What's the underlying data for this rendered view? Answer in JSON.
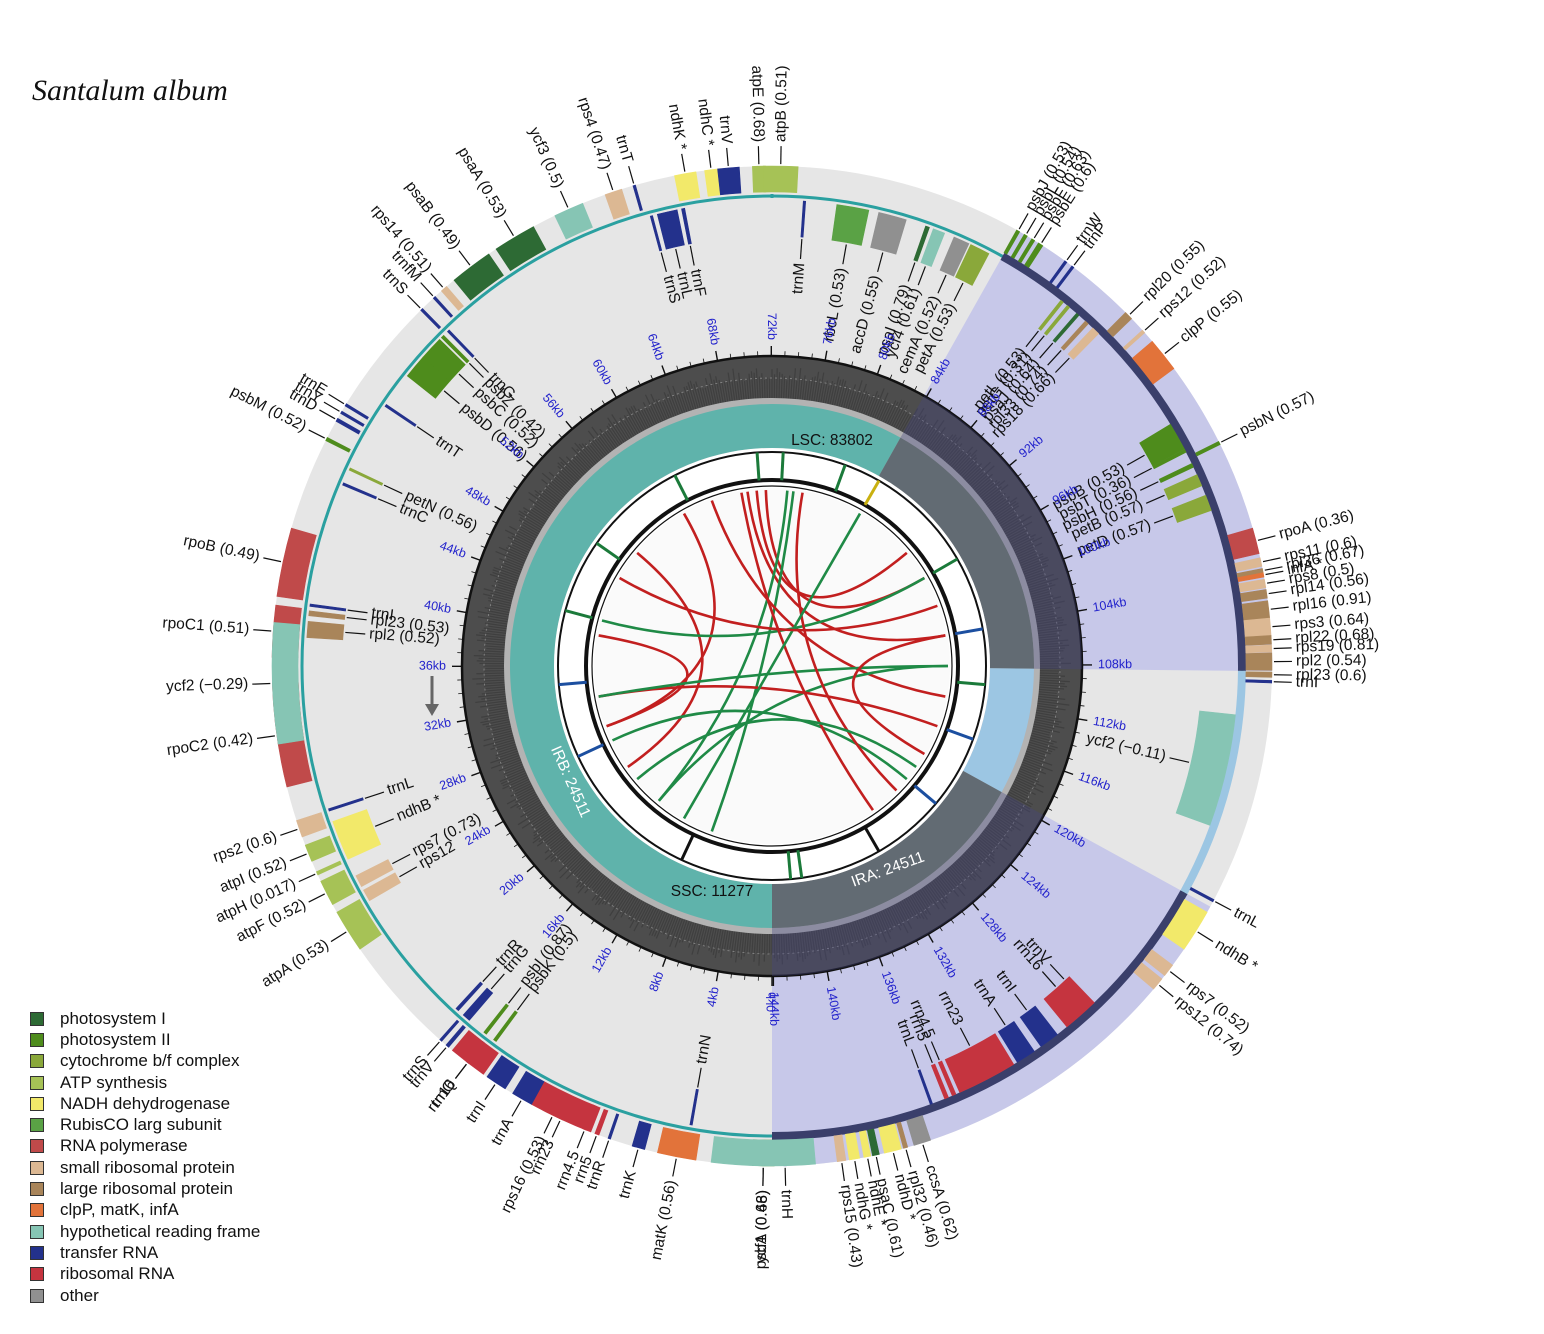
{
  "title": "Santalum album",
  "genome_length": 144101,
  "regions": [
    {
      "name": "LSC",
      "label": "LSC: 83802",
      "start": 0,
      "end": 83802
    },
    {
      "name": "IRA",
      "label": "IRA: 24511",
      "start": 83802,
      "end": 108313
    },
    {
      "name": "SSC",
      "label": "SSC: 11277",
      "start": 108313,
      "end": 119590
    },
    {
      "name": "IRB",
      "label": "IRB: 24511",
      "start": 119590,
      "end": 144101
    }
  ],
  "kb_ticks": [
    "0kb",
    "4kb",
    "8kb",
    "12kb",
    "16kb",
    "20kb",
    "24kb",
    "28kb",
    "32kb",
    "36kb",
    "40kb",
    "44kb",
    "48kb",
    "52kb",
    "56kb",
    "60kb",
    "64kb",
    "68kb",
    "72kb",
    "76kb",
    "80kb",
    "84kb",
    "88kb",
    "92kb",
    "96kb",
    "100kb",
    "104kb",
    "108kb",
    "112kb",
    "116kb",
    "120kb",
    "124kb",
    "128kb",
    "132kb",
    "136kb",
    "140kb",
    "144kb"
  ],
  "colors": {
    "photosystem_I": "#2d6a34",
    "photosystem_II": "#4e8c1c",
    "cytochrome": "#8aa83a",
    "atp": "#a6c256",
    "ndh": "#f2e96a",
    "rubisco": "#5aa245",
    "rnapol": "#c04a4a",
    "ssu": "#dcb893",
    "lsu": "#a9855a",
    "clp": "#e2733a",
    "ycf": "#86c5b4",
    "trna": "#23318c",
    "rrna": "#c5343f",
    "other": "#909090",
    "ir_shade": "#c7c8e9",
    "lsc_teal": "#5fb3ab",
    "ir_gray": "#626b73",
    "ssc_blue": "#9cc6e3",
    "tick_blue": "#1a1ad0"
  },
  "legend": [
    {
      "label": "photosystem I",
      "color": "#2d6a34"
    },
    {
      "label": "photosystem II",
      "color": "#4e8c1c"
    },
    {
      "label": "cytochrome b/f complex",
      "color": "#8aa83a"
    },
    {
      "label": "ATP synthesis",
      "color": "#a6c256"
    },
    {
      "label": "NADH dehydrogenase",
      "color": "#f2e96a"
    },
    {
      "label": "RubisCO larg subunit",
      "color": "#5aa245"
    },
    {
      "label": "RNA polymerase",
      "color": "#c04a4a"
    },
    {
      "label": "small ribosomal protein",
      "color": "#dcb893"
    },
    {
      "label": "large ribosomal protein",
      "color": "#a9855a"
    },
    {
      "label": "clpP, matK, infA",
      "color": "#e2733a"
    },
    {
      "label": "hypothetical reading frame",
      "color": "#86c5b4"
    },
    {
      "label": "transfer RNA",
      "color": "#23318c"
    },
    {
      "label": "ribosomal RNA",
      "color": "#c5343f"
    },
    {
      "label": "other",
      "color": "#909090"
    }
  ],
  "genes": [
    {
      "label": "psbA (0.48)",
      "deg": 269,
      "span": 2.5,
      "out": true,
      "cat": "photosystem_II"
    },
    {
      "label": "trnH",
      "deg": 271.5,
      "span": 0.3,
      "out": true,
      "cat": "trna"
    },
    {
      "label": "matK (0.56)",
      "deg": 259,
      "span": 4.5,
      "out": true,
      "cat": "clp"
    },
    {
      "label": "trnK",
      "deg": 254.5,
      "span": 1.5,
      "out": true,
      "cat": "trna"
    },
    {
      "label": "rps16 (0.53)",
      "deg": 244,
      "span": 2.5,
      "out": true,
      "cat": "ssu"
    },
    {
      "label": "trnQ",
      "deg": 232.5,
      "span": 0.3,
      "out": true,
      "cat": "trna"
    },
    {
      "label": "trnS",
      "deg": 228.5,
      "span": 0.3,
      "out": true,
      "cat": "trna"
    },
    {
      "label": "psbK (0.5)",
      "deg": 233.5,
      "span": 0.4,
      "out": false,
      "cat": "photosystem_II"
    },
    {
      "label": "psbI (0.87)",
      "deg": 232,
      "span": 0.4,
      "out": false,
      "cat": "photosystem_II"
    },
    {
      "label": "trnG",
      "deg": 229,
      "span": 1.0,
      "out": false,
      "cat": "trna"
    },
    {
      "label": "trnR",
      "deg": 227.5,
      "span": 0.4,
      "out": false,
      "cat": "trna"
    },
    {
      "label": "atpA (0.53)",
      "deg": 212,
      "span": 5,
      "out": true,
      "cat": "atp"
    },
    {
      "label": "atpF (0.52)",
      "deg": 207,
      "span": 3,
      "out": true,
      "cat": "atp"
    },
    {
      "label": "atpH (0.017)",
      "deg": 204.5,
      "span": 0.4,
      "out": true,
      "cat": "atp"
    },
    {
      "label": "atpI (0.52)",
      "deg": 202,
      "span": 2,
      "out": true,
      "cat": "atp"
    },
    {
      "label": "rps2 (0.6)",
      "deg": 199,
      "span": 2,
      "out": true,
      "cat": "ssu"
    },
    {
      "label": "rpoC2 (0.42)",
      "deg": 188,
      "span": 12,
      "out": true,
      "cat": "rnapol"
    },
    {
      "label": "rpoC1 (0.51)",
      "deg": 176,
      "span": 6,
      "out": true,
      "cat": "rnapol"
    },
    {
      "label": "rpoB (0.49)",
      "deg": 168,
      "span": 8,
      "out": true,
      "cat": "rnapol"
    },
    {
      "label": "trnC",
      "deg": 157,
      "span": 0.3,
      "out": false,
      "cat": "trna"
    },
    {
      "label": "petN (0.56)",
      "deg": 155,
      "span": 0.3,
      "out": false,
      "cat": "cytochrome"
    },
    {
      "label": "psbM (0.52)",
      "deg": 153,
      "span": 0.4,
      "out": true,
      "cat": "photosystem_II"
    },
    {
      "label": "trnD",
      "deg": 150.5,
      "span": 0.4,
      "out": true,
      "cat": "trna"
    },
    {
      "label": "trnY",
      "deg": 149.5,
      "span": 0.3,
      "out": true,
      "cat": "trna"
    },
    {
      "label": "trnE",
      "deg": 148.5,
      "span": 0.3,
      "out": true,
      "cat": "trna"
    },
    {
      "label": "trnT",
      "deg": 146,
      "span": 0.3,
      "out": false,
      "cat": "trna"
    },
    {
      "label": "psbD (0.56)",
      "deg": 140,
      "span": 3,
      "out": false,
      "cat": "photosystem_II"
    },
    {
      "label": "psbC (0.52)",
      "deg": 137,
      "span": 3,
      "out": false,
      "cat": "photosystem_II"
    },
    {
      "label": "psbZ (0.42)",
      "deg": 135,
      "span": 0.4,
      "out": false,
      "cat": "photosystem_II"
    },
    {
      "label": "trnG",
      "deg": 134,
      "span": 0.3,
      "out": false,
      "cat": "trna"
    },
    {
      "label": "trnS",
      "deg": 134.5,
      "span": 0.3,
      "out": true,
      "cat": "trna"
    },
    {
      "label": "trnfM",
      "deg": 132.5,
      "span": 0.3,
      "out": true,
      "cat": "trna"
    },
    {
      "label": "rps14 (0.51)",
      "deg": 131,
      "span": 0.8,
      "out": true,
      "cat": "ssu"
    },
    {
      "label": "psaB (0.49)",
      "deg": 127,
      "span": 5,
      "out": true,
      "cat": "photosystem_I"
    },
    {
      "label": "psaA (0.53)",
      "deg": 121,
      "span": 5,
      "out": true,
      "cat": "photosystem_I"
    },
    {
      "label": "ycf3 (0.5)",
      "deg": 114,
      "span": 3.5,
      "out": true,
      "cat": "ycf"
    },
    {
      "label": "rps4 (0.47)",
      "deg": 108.5,
      "span": 2,
      "out": true,
      "cat": "ssu"
    },
    {
      "label": "trnT",
      "deg": 106,
      "span": 0.3,
      "out": true,
      "cat": "trna"
    },
    {
      "label": "trnS",
      "deg": 105,
      "span": 0.3,
      "out": false,
      "cat": "trna"
    },
    {
      "label": "trnL",
      "deg": 103,
      "span": 2.5,
      "out": false,
      "cat": "trna"
    },
    {
      "label": "trnF",
      "deg": 101,
      "span": 0.4,
      "out": false,
      "cat": "trna"
    },
    {
      "label": "ndhK *",
      "deg": 100,
      "span": 2.5,
      "out": true,
      "cat": "ndh"
    },
    {
      "label": "ndhC *",
      "deg": 97,
      "span": 1.5,
      "out": true,
      "cat": "ndh"
    },
    {
      "label": "trnV",
      "deg": 95,
      "span": 2.5,
      "out": true,
      "cat": "trna"
    },
    {
      "label": "atpE (0.68)",
      "deg": 91.5,
      "span": 1.5,
      "out": true,
      "cat": "atp"
    },
    {
      "label": "atpB (0.51)",
      "deg": 89,
      "span": 4,
      "out": true,
      "cat": "atp"
    },
    {
      "label": "trnM",
      "deg": 86,
      "span": 0.3,
      "out": false,
      "cat": "trna"
    },
    {
      "label": "rbcL (0.53)",
      "deg": 80,
      "span": 4,
      "out": false,
      "cat": "rubisco"
    },
    {
      "label": "accD (0.55)",
      "deg": 75,
      "span": 3.5,
      "out": false,
      "cat": "other"
    },
    {
      "label": "psaI (0.79)",
      "deg": 70.5,
      "span": 0.5,
      "out": false,
      "cat": "photosystem_I"
    },
    {
      "label": "ycf4 (0.61)",
      "deg": 69,
      "span": 1.5,
      "out": false,
      "cat": "ycf"
    },
    {
      "label": "cemA (0.52)",
      "deg": 66,
      "span": 2,
      "out": false,
      "cat": "other"
    },
    {
      "label": "petA (0.53)",
      "deg": 63.5,
      "span": 2.5,
      "out": false,
      "cat": "cytochrome"
    },
    {
      "label": "psbJ (0.53)",
      "deg": 60.5,
      "span": 0.4,
      "out": true,
      "cat": "photosystem_II"
    },
    {
      "label": "psbL (0.54)",
      "deg": 59.5,
      "span": 0.4,
      "out": true,
      "cat": "photosystem_II"
    },
    {
      "label": "psbF (0.63)",
      "deg": 58.5,
      "span": 0.4,
      "out": true,
      "cat": "photosystem_II"
    },
    {
      "label": "psbE (0.6)",
      "deg": 57.5,
      "span": 0.6,
      "out": true,
      "cat": "photosystem_II"
    },
    {
      "label": "trnW",
      "deg": 54,
      "span": 0.3,
      "out": true,
      "cat": "trna"
    },
    {
      "label": "trnP",
      "deg": 53,
      "span": 0.3,
      "out": true,
      "cat": "trna"
    },
    {
      "label": "petL (0.53)",
      "deg": 51.5,
      "span": 0.4,
      "out": false,
      "cat": "cytochrome"
    },
    {
      "label": "petG (0.31)",
      "deg": 50.5,
      "span": 0.4,
      "out": false,
      "cat": "cytochrome"
    },
    {
      "label": "psaJ (0.64)",
      "deg": 49,
      "span": 0.4,
      "out": false,
      "cat": "photosystem_I"
    },
    {
      "label": "rpl33 (0.74)",
      "deg": 47.5,
      "span": 0.5,
      "out": false,
      "cat": "lsu"
    },
    {
      "label": "rps18 (0.66)",
      "deg": 46,
      "span": 1,
      "out": false,
      "cat": "ssu"
    },
    {
      "label": "rpl20 (0.55)",
      "deg": 44.5,
      "span": 1,
      "out": true,
      "cat": "lsu"
    },
    {
      "label": "rps12 (0.52)",
      "deg": 42,
      "span": 0.4,
      "out": true,
      "cat": "ssu"
    },
    {
      "label": "clpP (0.55)",
      "deg": 38.5,
      "span": 4,
      "out": true,
      "cat": "clp"
    },
    {
      "label": "psbB (0.53)",
      "deg": 29.5,
      "span": 3.5,
      "out": false,
      "cat": "photosystem_II"
    },
    {
      "label": "psbT (0.36)",
      "deg": 27.5,
      "span": 0.4,
      "out": false,
      "cat": "photosystem_II"
    },
    {
      "label": "psbN (0.57)",
      "deg": 26.5,
      "span": 0.4,
      "out": true,
      "cat": "photosystem_II"
    },
    {
      "label": "psbH (0.56)",
      "deg": 25.5,
      "span": 0.5,
      "out": false,
      "cat": "photosystem_II"
    },
    {
      "label": "petB (0.57)",
      "deg": 23.5,
      "span": 1.5,
      "out": false,
      "cat": "cytochrome"
    },
    {
      "label": "petD (0.57)",
      "deg": 20.5,
      "span": 2,
      "out": false,
      "cat": "cytochrome"
    },
    {
      "label": "rpoA (0.36)",
      "deg": 14.5,
      "span": 3,
      "out": true,
      "cat": "rnapol"
    },
    {
      "label": "rps11 (0.6)",
      "deg": 12,
      "span": 1,
      "out": true,
      "cat": "ssu"
    },
    {
      "label": "rpl36 (0.67)",
      "deg": 11,
      "span": 0.5,
      "out": true,
      "cat": "lsu"
    },
    {
      "label": "infA *",
      "deg": 10.5,
      "span": 0.5,
      "out": true,
      "cat": "clp"
    },
    {
      "label": "rps8 (0.5)",
      "deg": 9.5,
      "span": 1,
      "out": true,
      "cat": "ssu"
    },
    {
      "label": "rpl14 (0.56)",
      "deg": 8.3,
      "span": 1,
      "out": true,
      "cat": "lsu"
    },
    {
      "label": "rpl16 (0.91)",
      "deg": 6.5,
      "span": 2,
      "out": true,
      "cat": "lsu"
    },
    {
      "label": "rps3 (0.64)",
      "deg": 4.5,
      "span": 2,
      "out": true,
      "cat": "ssu"
    },
    {
      "label": "rpl22 (0.68)",
      "deg": 3,
      "span": 1,
      "out": true,
      "cat": "lsu"
    },
    {
      "label": "rps19 (0.81)",
      "deg": 2,
      "span": 0.8,
      "out": true,
      "cat": "ssu"
    },
    {
      "label": "rpl2 (0.54)",
      "deg": 0.5,
      "span": 2,
      "out": true,
      "cat": "lsu"
    },
    {
      "label": "rpl23 (0.6)",
      "deg": -1,
      "span": 0.6,
      "out": true,
      "cat": "lsu"
    },
    {
      "label": "trnI",
      "deg": -1.8,
      "span": 0.3,
      "out": true,
      "cat": "trna"
    },
    {
      "label": "ycf2 (−0.11)",
      "deg": -13,
      "span": 14,
      "out": false,
      "cat": "ycf"
    },
    {
      "label": "trnL",
      "deg": -28,
      "span": 0.3,
      "out": true,
      "cat": "trna"
    },
    {
      "label": "ndhB *",
      "deg": -32,
      "span": 5,
      "out": true,
      "cat": "ndh"
    },
    {
      "label": "rps7 (0.52)",
      "deg": -37.5,
      "span": 1.5,
      "out": true,
      "cat": "ssu"
    },
    {
      "label": "rps12 (0.74)",
      "deg": -39.5,
      "span": 1.5,
      "out": true,
      "cat": "ssu"
    },
    {
      "label": "trnV",
      "deg": -47,
      "span": 0.4,
      "out": false,
      "cat": "trna"
    },
    {
      "label": "rrn16",
      "deg": -48.5,
      "span": 4.5,
      "out": false,
      "cat": "rrna"
    },
    {
      "label": "trnI",
      "deg": -53.5,
      "span": 2.5,
      "out": false,
      "cat": "trna"
    },
    {
      "label": "trnA",
      "deg": -57,
      "span": 2.5,
      "out": false,
      "cat": "trna"
    },
    {
      "label": "rrn23",
      "deg": -62.5,
      "span": 7.5,
      "out": false,
      "cat": "rrna"
    },
    {
      "label": "rrn4.5",
      "deg": -67,
      "span": 0.5,
      "out": false,
      "cat": "rrna"
    },
    {
      "label": "rrn5",
      "deg": -68,
      "span": 0.5,
      "out": false,
      "cat": "rrna"
    },
    {
      "label": "trnL",
      "deg": -70,
      "span": 0.3,
      "out": false,
      "cat": "trna"
    },
    {
      "label": "ccsA (0.62)",
      "deg": -72.5,
      "span": 2,
      "out": true,
      "cat": "other"
    },
    {
      "label": "rpl32 (0.46)",
      "deg": -74.5,
      "span": 0.5,
      "out": true,
      "cat": "lsu"
    },
    {
      "label": "ndhD *",
      "deg": -76,
      "span": 2,
      "out": true,
      "cat": "ndh"
    },
    {
      "label": "psaC (0.61)",
      "deg": -78,
      "span": 0.8,
      "out": true,
      "cat": "photosystem_I"
    },
    {
      "label": "ndhE *",
      "deg": -79,
      "span": 0.8,
      "out": true,
      "cat": "ndh"
    },
    {
      "label": "ndhG *",
      "deg": -80.5,
      "span": 1.2,
      "out": true,
      "cat": "ndh"
    },
    {
      "label": "rps15 (0.43)",
      "deg": -82,
      "span": 1,
      "out": true,
      "cat": "ssu"
    },
    {
      "label": "ycf1 (0.66)",
      "deg": -91,
      "span": 12,
      "out": true,
      "cat": "ycf"
    },
    {
      "label": "trnN",
      "deg": -100,
      "span": 0.3,
      "out": false,
      "cat": "trna"
    },
    {
      "label": "trnR",
      "deg": -109,
      "span": 0.3,
      "out": true,
      "cat": "trna"
    },
    {
      "label": "rrn5",
      "deg": -110.5,
      "span": 0.5,
      "out": true,
      "cat": "rrna"
    },
    {
      "label": "rrn4.5",
      "deg": -112,
      "span": 0.5,
      "out": true,
      "cat": "rrna"
    },
    {
      "label": "rrn23",
      "deg": -115,
      "span": 7.5,
      "out": true,
      "cat": "rrna"
    },
    {
      "label": "trnA",
      "deg": -120,
      "span": 2.5,
      "out": true,
      "cat": "trna"
    },
    {
      "label": "trnI",
      "deg": -123.5,
      "span": 2.5,
      "out": true,
      "cat": "trna"
    },
    {
      "label": "rrn16",
      "deg": -127.5,
      "span": 4.5,
      "out": true,
      "cat": "rrna"
    },
    {
      "label": "trnV",
      "deg": -130.5,
      "span": 0.4,
      "out": true,
      "cat": "trna"
    },
    {
      "label": "rps12",
      "deg": -150.5,
      "span": 1.5,
      "out": false,
      "cat": "ssu"
    },
    {
      "label": "rps7 (0.73)",
      "deg": -152.5,
      "span": 1.5,
      "out": false,
      "cat": "ssu"
    },
    {
      "label": "ndhB *",
      "deg": -158,
      "span": 5,
      "out": false,
      "cat": "ndh"
    },
    {
      "label": "trnL",
      "deg": -162,
      "span": 0.3,
      "out": false,
      "cat": "trna"
    },
    {
      "label": "ycf2 (−0.29)",
      "deg": -178,
      "span": 14,
      "out": true,
      "cat": "ycf"
    },
    {
      "label": "trnI",
      "deg": -187.5,
      "span": 0.3,
      "out": false,
      "cat": "trna"
    },
    {
      "label": "rpl23 (0.53)",
      "deg": -186.5,
      "span": 0.6,
      "out": false,
      "cat": "lsu"
    },
    {
      "label": "rpl2 (0.52)",
      "deg": -184.5,
      "span": 2,
      "out": false,
      "cat": "lsu"
    }
  ]
}
